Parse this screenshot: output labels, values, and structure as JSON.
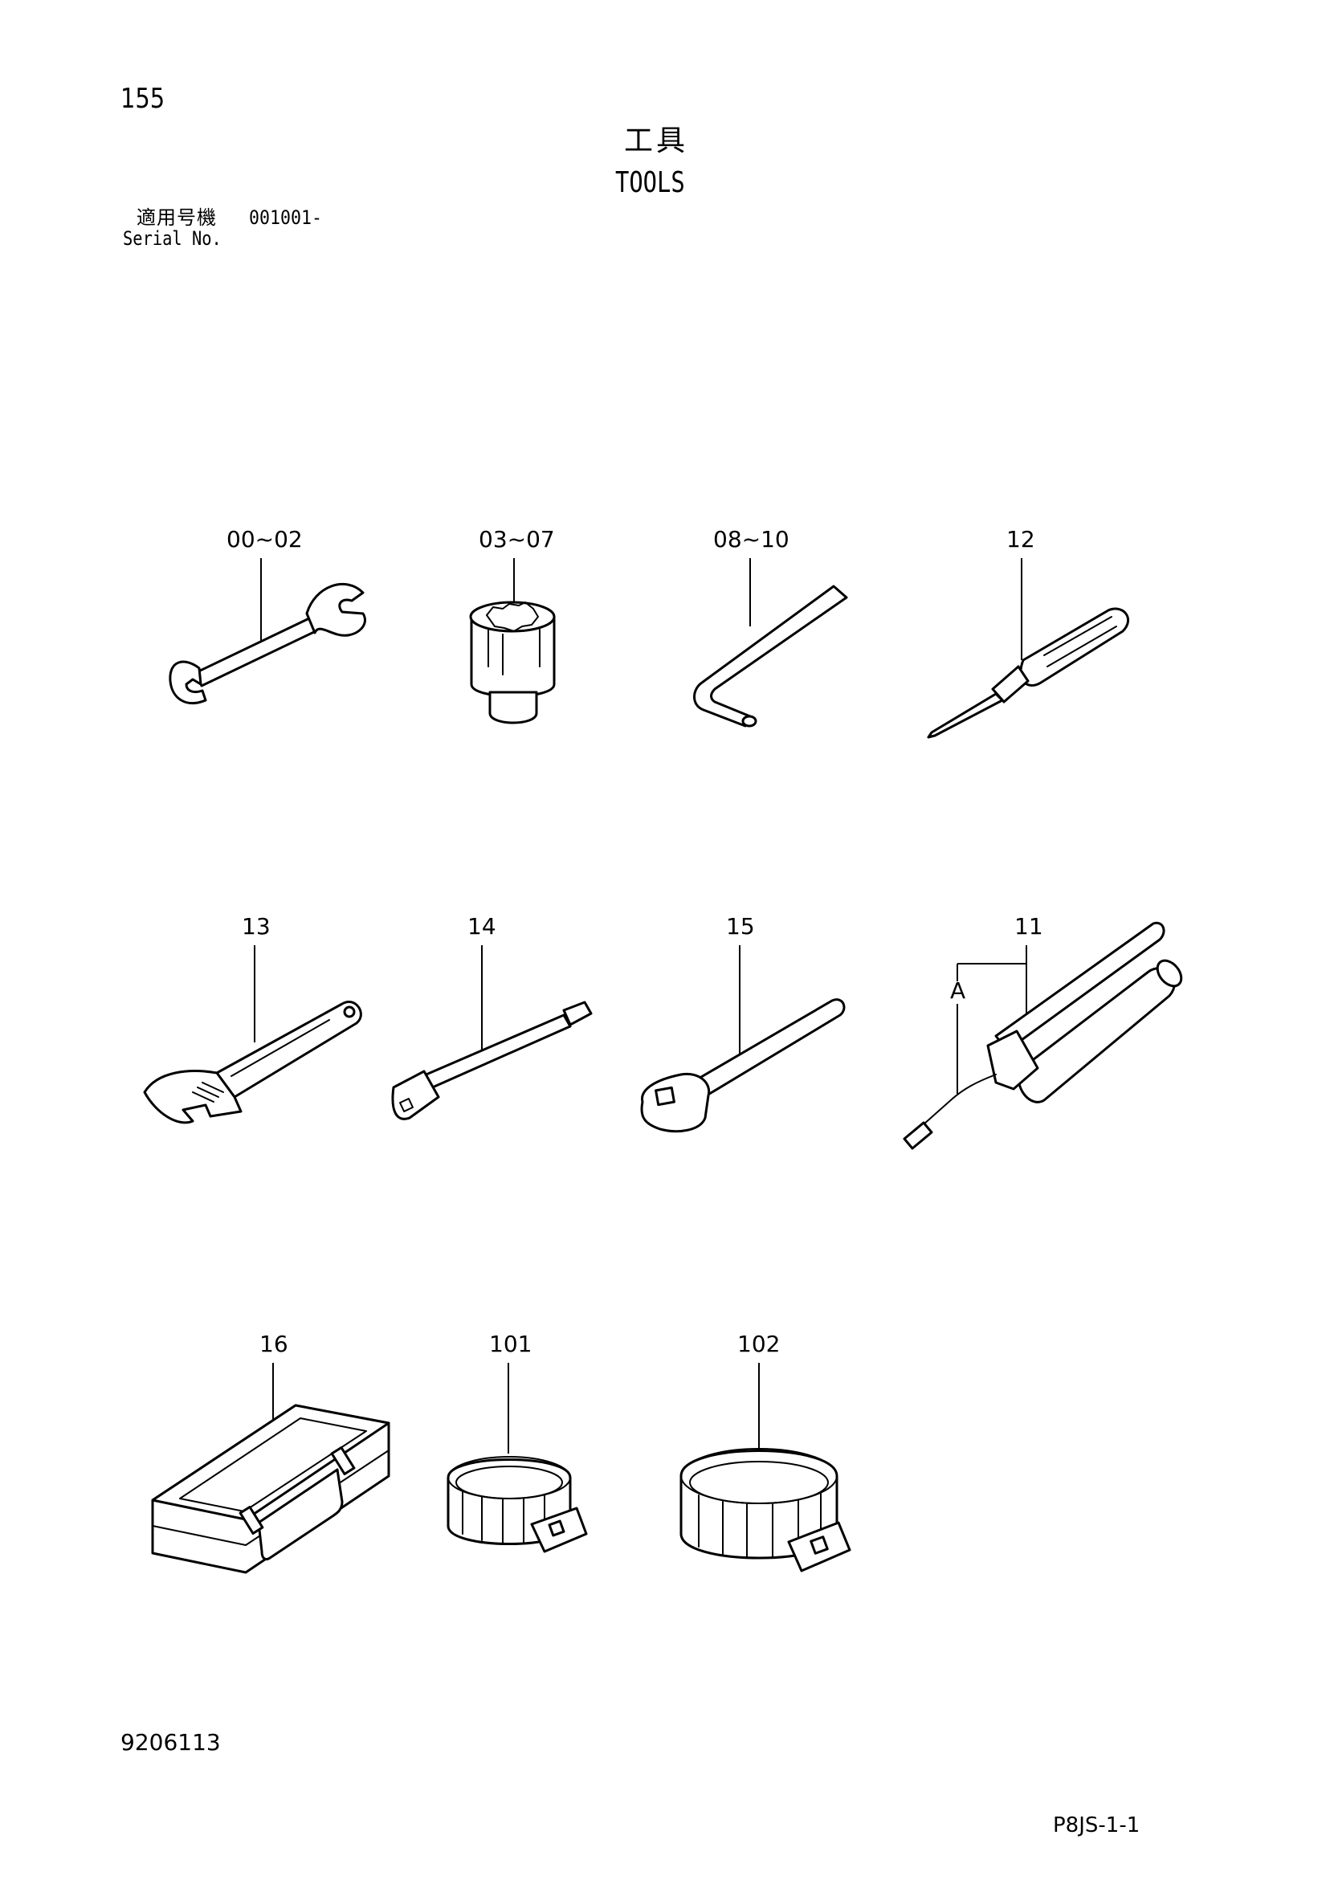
{
  "header": {
    "page_number": "155",
    "title_jp": "工具",
    "title_en": "TOOLS",
    "serial_label_jp": "適用号機",
    "serial_range": "001001-",
    "serial_label_en": "Serial No."
  },
  "callouts": {
    "wrench": "00~02",
    "socket": "03~07",
    "hex_key": "08~10",
    "screwdriver": "12",
    "adjustable_wrench": "13",
    "extension_bar": "14",
    "ratchet_handle": "15",
    "grease_gun": "11",
    "grease_gun_sub": "A",
    "tool_box": "16",
    "filter_wrench_small": "101",
    "filter_wrench_large": "102"
  },
  "footer": {
    "doc_number": "9206113",
    "page_code": "P8JS-1-1"
  }
}
